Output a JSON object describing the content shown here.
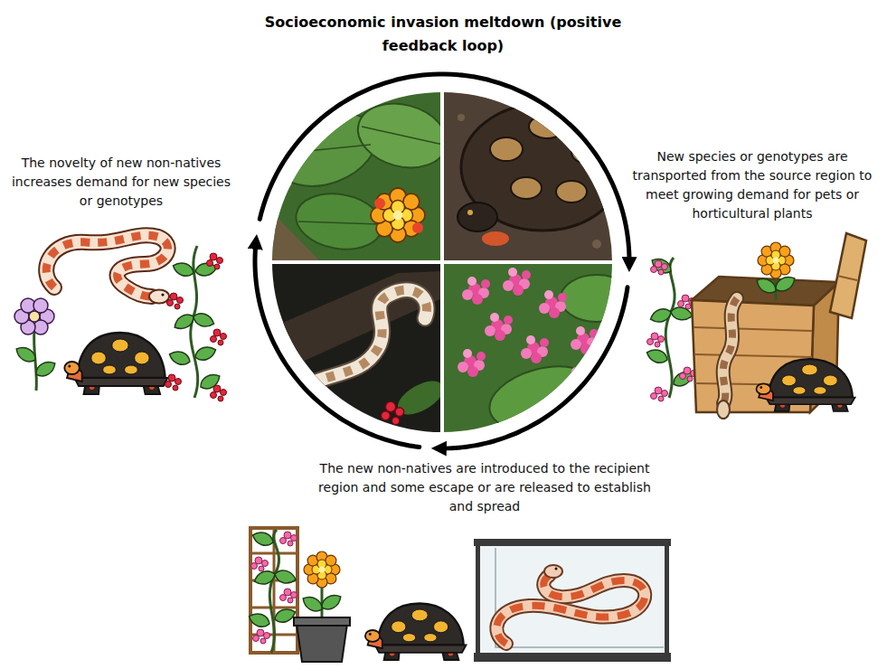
{
  "diagram": {
    "title": "Socioeconomic invasion meltdown (positive feedback loop)",
    "nodes": [
      {
        "text": [
          "The novelty of new non-natives increases demand for new species or genotypes"
        ]
      },
      {
        "text": [
          "New species or genotypes are transported from the source region to meet growing demand for pets or horticultural plants"
        ]
      },
      {
        "text": [
          "The new non-natives are introduced to the recipient region and some escape or are released to establish and spread"
        ]
      }
    ],
    "edges": [
      {
        "from": 0,
        "to": 1,
        "arrow": "to"
      },
      {
        "from": 1,
        "to": 2,
        "arrow": "to"
      },
      {
        "from": 2,
        "to": 0,
        "arrow": "to"
      }
    ]
  }
}
